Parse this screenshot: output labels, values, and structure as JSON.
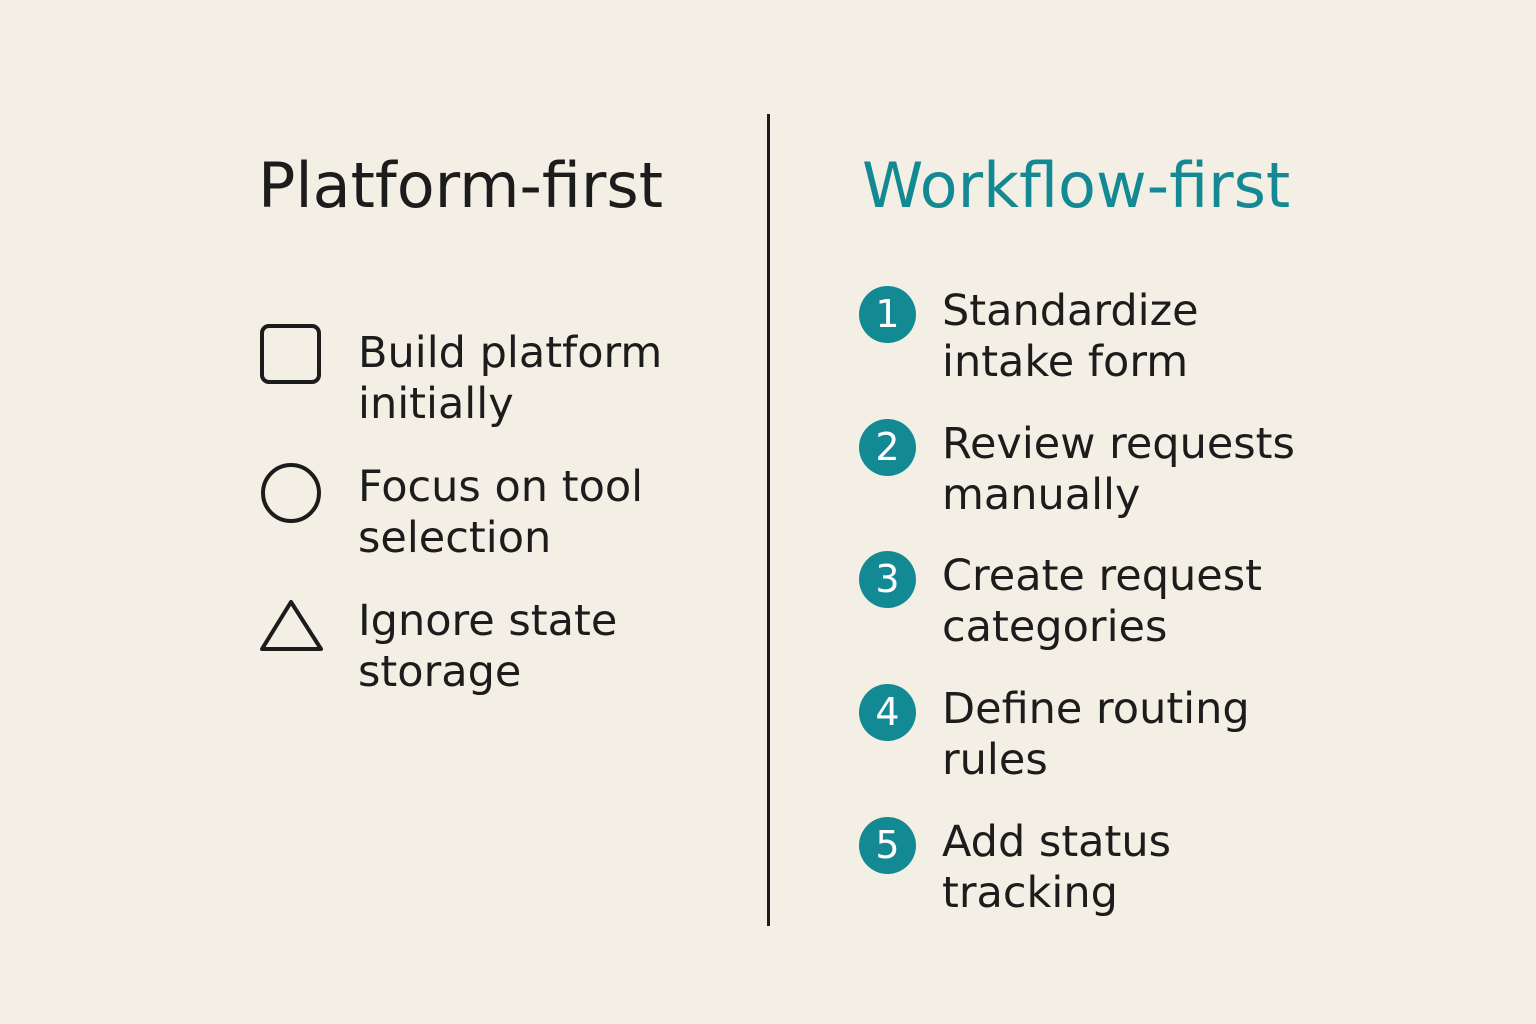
{
  "colors": {
    "background": "#f4efe4",
    "text": "#1c1c1c",
    "accent": "#138a93"
  },
  "platform_first": {
    "title": "Platform-first",
    "items": [
      {
        "icon": "square-icon",
        "line1": "Build platform",
        "line2": "initially"
      },
      {
        "icon": "circle-icon",
        "line1": "Focus on tool",
        "line2": "selection"
      },
      {
        "icon": "triangle-icon",
        "line1": "Ignore state",
        "line2": "storage"
      }
    ]
  },
  "workflow_first": {
    "title": "Workflow-first",
    "steps": [
      {
        "number": "1",
        "line1": "Standardize",
        "line2": "intake form"
      },
      {
        "number": "2",
        "line1": "Review requests",
        "line2": "manually"
      },
      {
        "number": "3",
        "line1": "Create request",
        "line2": "categories"
      },
      {
        "number": "4",
        "line1": "Define routing",
        "line2": "rules"
      },
      {
        "number": "5",
        "line1": "Add status",
        "line2": "tracking"
      }
    ]
  }
}
